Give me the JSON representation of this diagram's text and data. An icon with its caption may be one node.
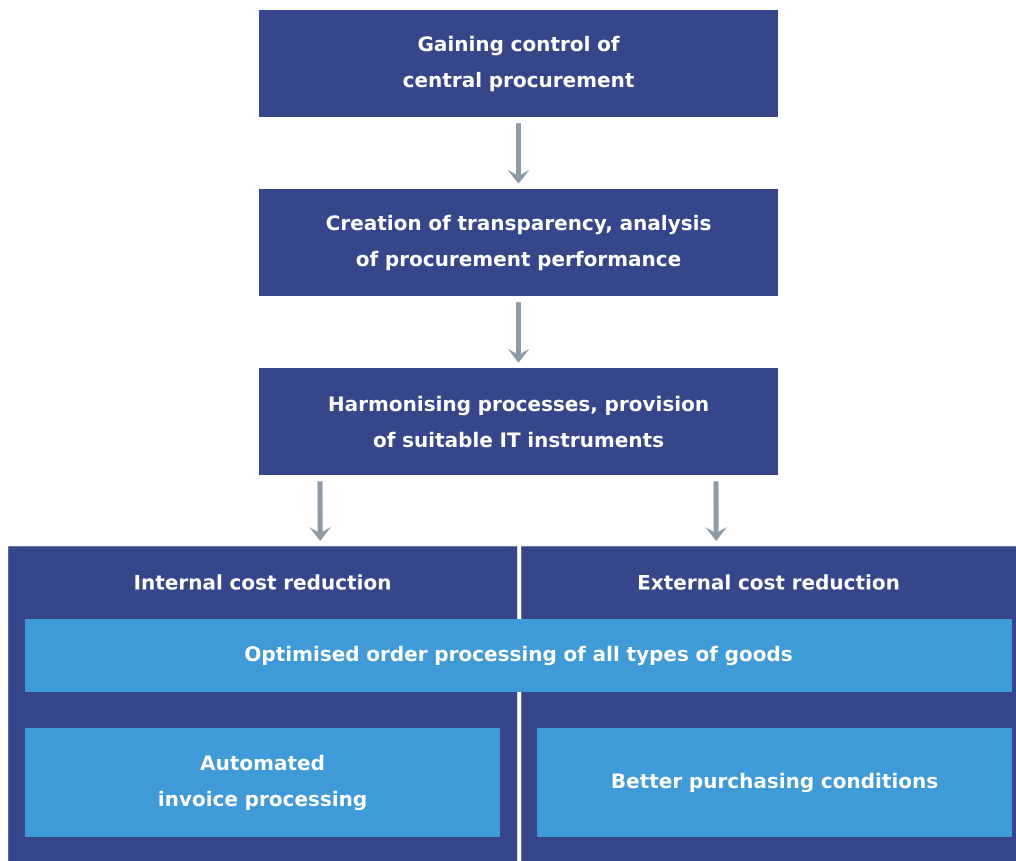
{
  "diagram": {
    "nodes": [
      {
        "text": [
          "Gaining control of central procurement"
        ]
      },
      {
        "text": [
          "Creation of transparency, analysis of procurement performance"
        ]
      },
      {
        "text": [
          "Harmonising processes, provision of suitable IT instruments"
        ]
      },
      {
        "text": [
          "Internal cost reduction"
        ]
      },
      {
        "text": [
          "External cost reduction"
        ]
      },
      {
        "text": [
          "Optimised order processing of all types of goods"
        ]
      },
      {
        "text": [
          "Automated invoice processing"
        ],
        "in": 3
      },
      {
        "text": [
          "Better purchasing conditions"
        ],
        "in": 4
      }
    ],
    "edges": [
      {
        "from": 0,
        "to": 1,
        "arrow": "to"
      },
      {
        "from": 1,
        "to": 2,
        "arrow": "to"
      },
      {
        "from": 2,
        "to": 3,
        "arrow": "to"
      },
      {
        "from": 2,
        "to": 4,
        "arrow": "to"
      }
    ]
  }
}
